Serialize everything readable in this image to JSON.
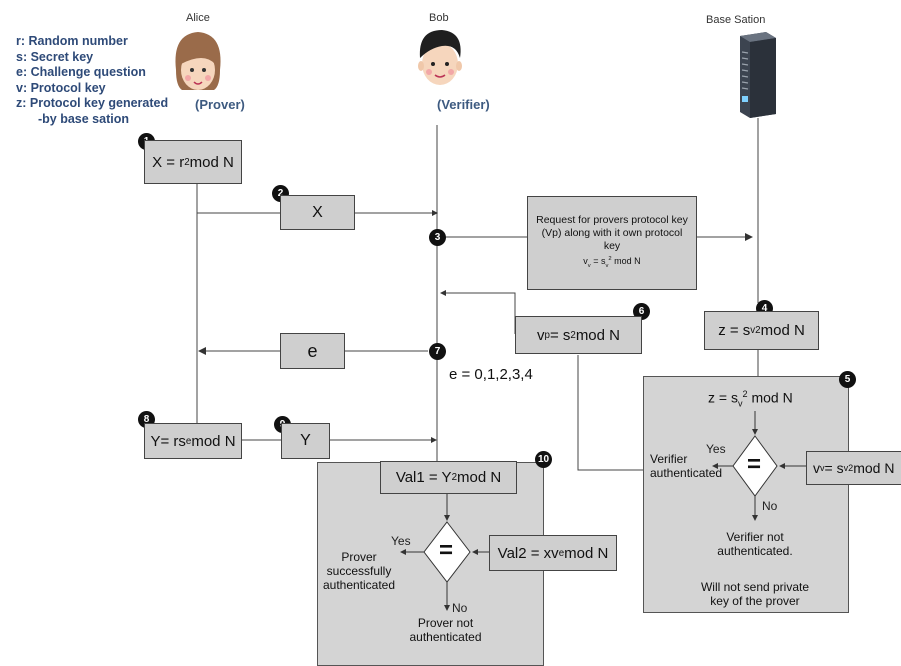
{
  "actors": {
    "alice": {
      "name": "Alice",
      "role": "(Prover)"
    },
    "bob": {
      "name": "Bob",
      "role": "(Verifier)"
    },
    "base": {
      "name": "Base Sation"
    }
  },
  "legend": [
    "r: Random number",
    "s: Secret key",
    "e: Challenge question",
    "v: Protocol key",
    "z: Protocol key generated",
    "-by base sation"
  ],
  "steps": {
    "s1": {
      "badge": "1",
      "formula_pre": "X = r",
      "formula_sup": "2",
      "formula_post": " mod N"
    },
    "s2": {
      "badge": "2",
      "label": "X"
    },
    "s3": {
      "badge": "3",
      "line1": "Request for provers protocol key",
      "line2": "(Vp) along with it own protocol",
      "line3": "key",
      "formula_pre": "v",
      "formula_sub": "v",
      "formula_mid": " = s",
      "formula_sub2": "v",
      "formula_sup": "2",
      "formula_post": " mod N"
    },
    "s4": {
      "badge": "4",
      "pre": "z = s",
      "sub": "v",
      "sup": "2",
      "post": " mod N"
    },
    "s5": {
      "badge": "5",
      "z_pre": "z = s",
      "z_sub": "v",
      "z_sup": "2",
      "z_post": " mod N",
      "eq": "=",
      "yes": "Yes",
      "no": "No",
      "authenticated": [
        "Verifier",
        "authenticated"
      ],
      "vv_pre": "v",
      "vv_sub": "v",
      "vv_mid": " = s",
      "vv_sub2": "v",
      "vv_sup": "2",
      "vv_post": " mod N",
      "not_auth": [
        "Verifier not",
        "authenticated."
      ],
      "note": [
        "Will not send private",
        "key of the prover"
      ]
    },
    "s6": {
      "badge": "6",
      "pre": "v",
      "sub": "p",
      "mid": " = s",
      "sup": "2",
      "post": " mod N"
    },
    "s7": {
      "badge": "7",
      "label": "e",
      "values": "e = 0,1,2,3,4"
    },
    "s8": {
      "badge": "8",
      "pre": "Y= rs",
      "sup": "e",
      "post": " mod N"
    },
    "s9": {
      "badge": "9",
      "label": "Y"
    },
    "s10": {
      "badge": "10",
      "val1_pre": "Val1 = Y",
      "val1_sup": "2",
      "val1_post": " mod N",
      "val2_pre": "Val2 = xv",
      "val2_sup": "e",
      "val2_post": " mod N",
      "eq": "=",
      "yes": "Yes",
      "no": "No",
      "success": [
        "Prover",
        "successfully",
        "authenticated"
      ],
      "fail": [
        "Prover not",
        "authenticated"
      ]
    }
  },
  "colors": {
    "box": "#cfcfcf",
    "panel": "#d4d4d4",
    "legend": "#2e4a78",
    "role": "#3d5a80",
    "badge": "#111111"
  }
}
